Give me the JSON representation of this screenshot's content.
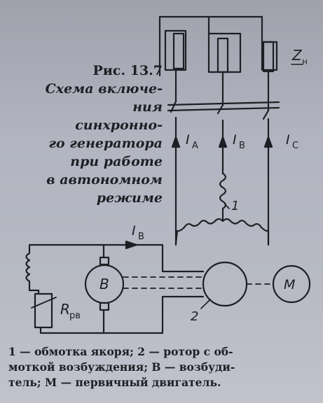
{
  "figure": {
    "number": "Рис. 13.7",
    "title_lines": [
      "Схема включе-",
      "ния синхронно-",
      "го генератора",
      "при работе",
      "в автономном",
      "режиме"
    ]
  },
  "labels": {
    "load": "Z",
    "load_sub": "н",
    "current_a": "I",
    "current_a_sub": "A",
    "current_b": "I",
    "current_b_sub": "B",
    "current_c": "I",
    "current_c_sub": "C",
    "excitation_current": "I",
    "excitation_current_sub": "B",
    "exciter": "B",
    "resistor": "R",
    "resistor_sub": "рв",
    "motor": "M",
    "callout_1": "1",
    "callout_2": "2"
  },
  "legend_lines": [
    "1 — обмотка якоря; 2 — ротор с об-",
    "моткой возбуждения; В — возбуди-",
    "тель; М — первичный двигатель."
  ]
}
